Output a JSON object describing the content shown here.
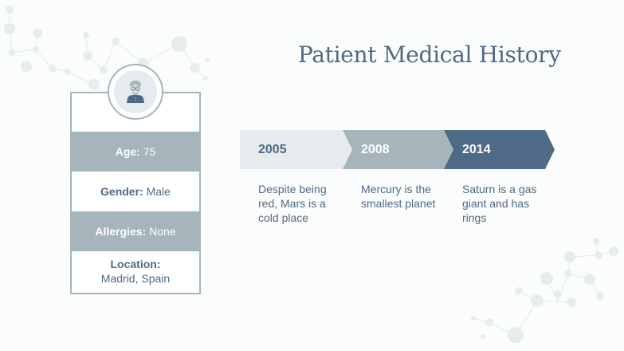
{
  "title": "Patient Medical History",
  "colors": {
    "primary": "#4e6a86",
    "gray": "#a5b5ba",
    "light": "#e6ecee",
    "white": "#ffffff"
  },
  "patient": {
    "avatar_icon": "elderly-person-icon",
    "fields": [
      {
        "label": "Age:",
        "value": "75"
      },
      {
        "label": "Gender:",
        "value": "Male"
      },
      {
        "label": "Allergies:",
        "value": "None"
      },
      {
        "label": "Location:",
        "value": "Madrid, Spain"
      }
    ]
  },
  "timeline": [
    {
      "year": "2005",
      "description": "Despite being red, Mars is a cold place"
    },
    {
      "year": "2008",
      "description": "Mercury is the smallest planet"
    },
    {
      "year": "2014",
      "description": "Saturn is a gas giant and has rings"
    }
  ]
}
